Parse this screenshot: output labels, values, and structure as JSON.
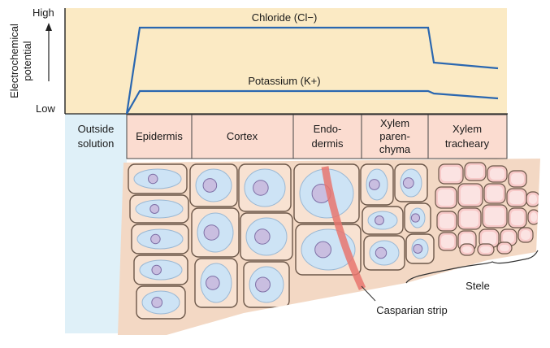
{
  "graph": {
    "y_axis_label_line1": "Electrochemical",
    "y_axis_label_line2": "potential",
    "y_high": "High",
    "y_low": "Low",
    "lines": [
      {
        "name": "Chloride (Cl−)",
        "color": "#2a67b0"
      },
      {
        "name": "Potassium (K+)",
        "color": "#2a67b0"
      }
    ],
    "background_color": "#fbeac4"
  },
  "regions": {
    "outside": {
      "line1": "Outside",
      "line2": "solution"
    },
    "epidermis": {
      "line1": "Epidermis"
    },
    "cortex": {
      "line1": "Cortex"
    },
    "endodermis": {
      "line1": "Endo-",
      "line2": "dermis"
    },
    "xylem_parenchyma": {
      "line1": "Xylem",
      "line2": "paren-",
      "line3": "chyma"
    },
    "xylem_tracheary": {
      "line1": "Xylem",
      "line2": "tracheary"
    },
    "band_color": "#fbdcd0",
    "outside_color": "#dff0f8"
  },
  "annotations": {
    "casparian_strip": "Casparian strip",
    "stele": "Stele"
  }
}
